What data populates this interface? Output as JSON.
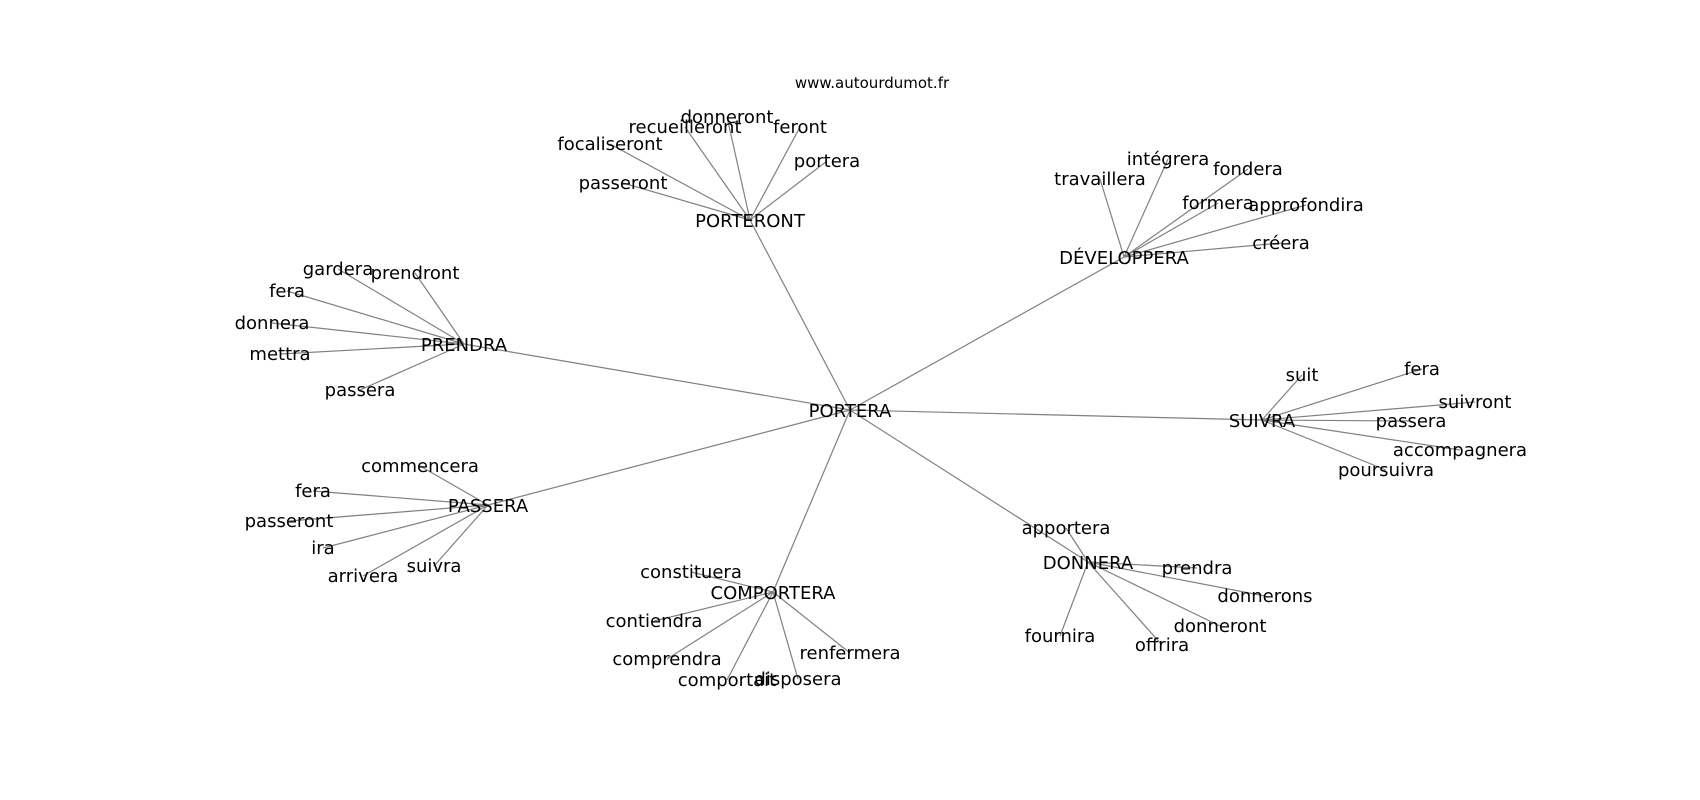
{
  "source_label": "www.autourdumot.fr",
  "graph": {
    "center": "PORTERA",
    "clusters": [
      {
        "id": "porteront",
        "label": "PORTERONT",
        "words": [
          "focaliseront",
          "recueilleront",
          "donneront",
          "feront",
          "portera",
          "passeront"
        ]
      },
      {
        "id": "developpera",
        "label": "DÉVELOPPERA",
        "words": [
          "travaillera",
          "intégrera",
          "fondera",
          "formera",
          "approfondira",
          "créera"
        ]
      },
      {
        "id": "prendra",
        "label": "PRENDRA",
        "words": [
          "gardera",
          "prendront",
          "fera",
          "donnera",
          "mettra",
          "passera"
        ]
      },
      {
        "id": "suivra",
        "label": "SUIVRA",
        "words": [
          "suit",
          "fera",
          "suivront",
          "passera",
          "accompagnera",
          "poursuivra"
        ]
      },
      {
        "id": "passera",
        "label": "PASSERA",
        "words": [
          "commencera",
          "fera",
          "passeront",
          "ira",
          "arrivera",
          "suivra"
        ]
      },
      {
        "id": "comportera",
        "label": "COMPORTERA",
        "words": [
          "constituera",
          "contiendra",
          "comprendra",
          "comportait",
          "disposera",
          "renfermera"
        ]
      },
      {
        "id": "donnera",
        "label": "DONNERA",
        "words": [
          "apportera",
          "prendra",
          "donnerons",
          "donneront",
          "offrira",
          "fournira"
        ]
      }
    ]
  }
}
